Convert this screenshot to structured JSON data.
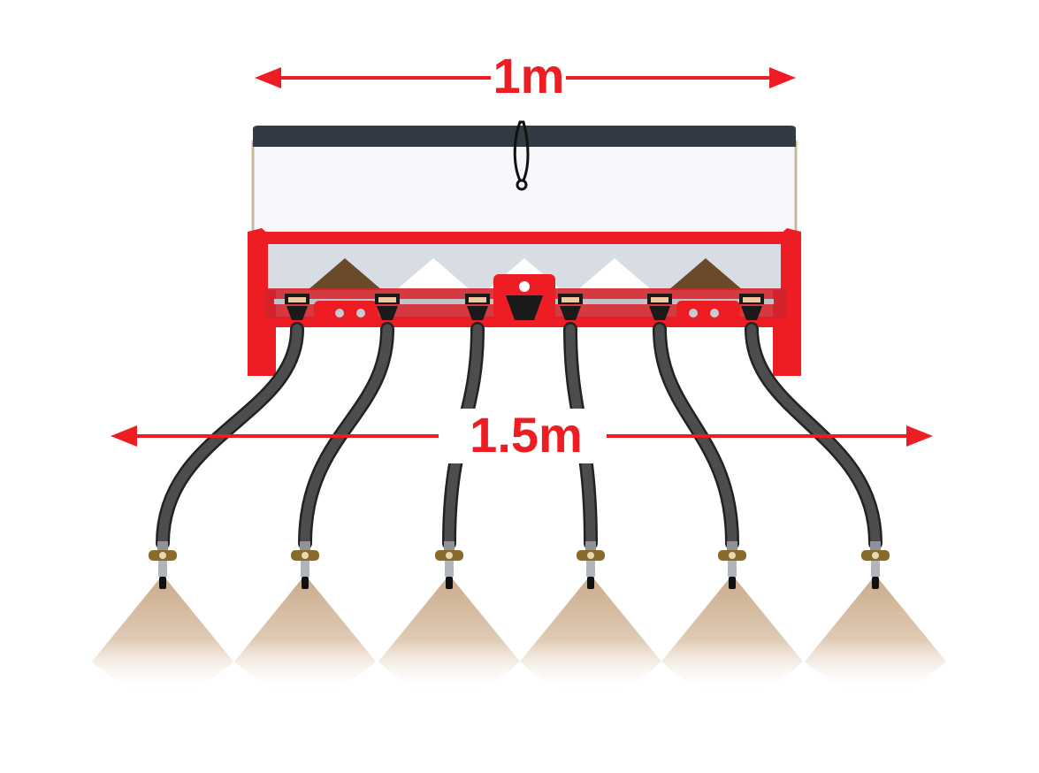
{
  "dimensions": {
    "top_width_label": "1m",
    "spread_width_label": "1.5m"
  },
  "spreader": {
    "outlet_count": 6,
    "nozzle_count": 6
  },
  "colors": {
    "frame_red": "#ee1d24",
    "hopper_lid": "#323a44",
    "hopper_body": "#f5f7fa",
    "hose": "#4d4d4d",
    "material_brown": "#6b4a2b",
    "spray_fan": "#c9a988",
    "arrow_red": "#ee1d24",
    "brass": "#8a6a2a"
  },
  "icons": {
    "arrow": "double-arrow-icon",
    "nozzle": "spray-nozzle-icon"
  }
}
